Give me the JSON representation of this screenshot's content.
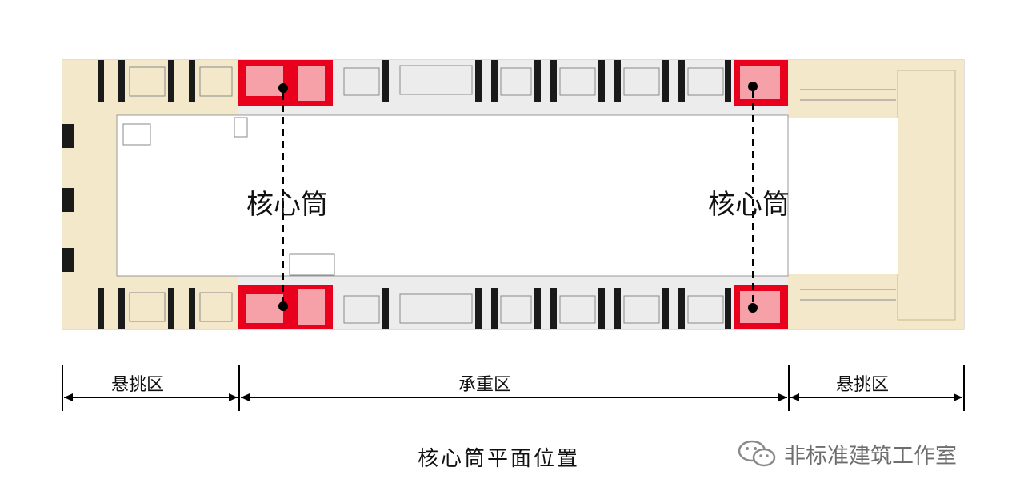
{
  "labels": {
    "core_left": "核心筒",
    "core_right": "核心筒",
    "zone_left": "悬挑区",
    "zone_center": "承重区",
    "zone_right": "悬挑区",
    "caption": "核心筒平面位置",
    "watermark": "非标准建筑工作室"
  },
  "icons": {
    "watermark": "wechat-icon"
  },
  "colors": {
    "cantilever_zone": "#f3e8c9",
    "core_tube": "#e8001c",
    "core_tube_light": "#f6a0a8",
    "bearing_zone": "#ececec",
    "partition": "#1a1a1a",
    "dimension_line": "#000000",
    "watermark": "#6e6e6e"
  }
}
